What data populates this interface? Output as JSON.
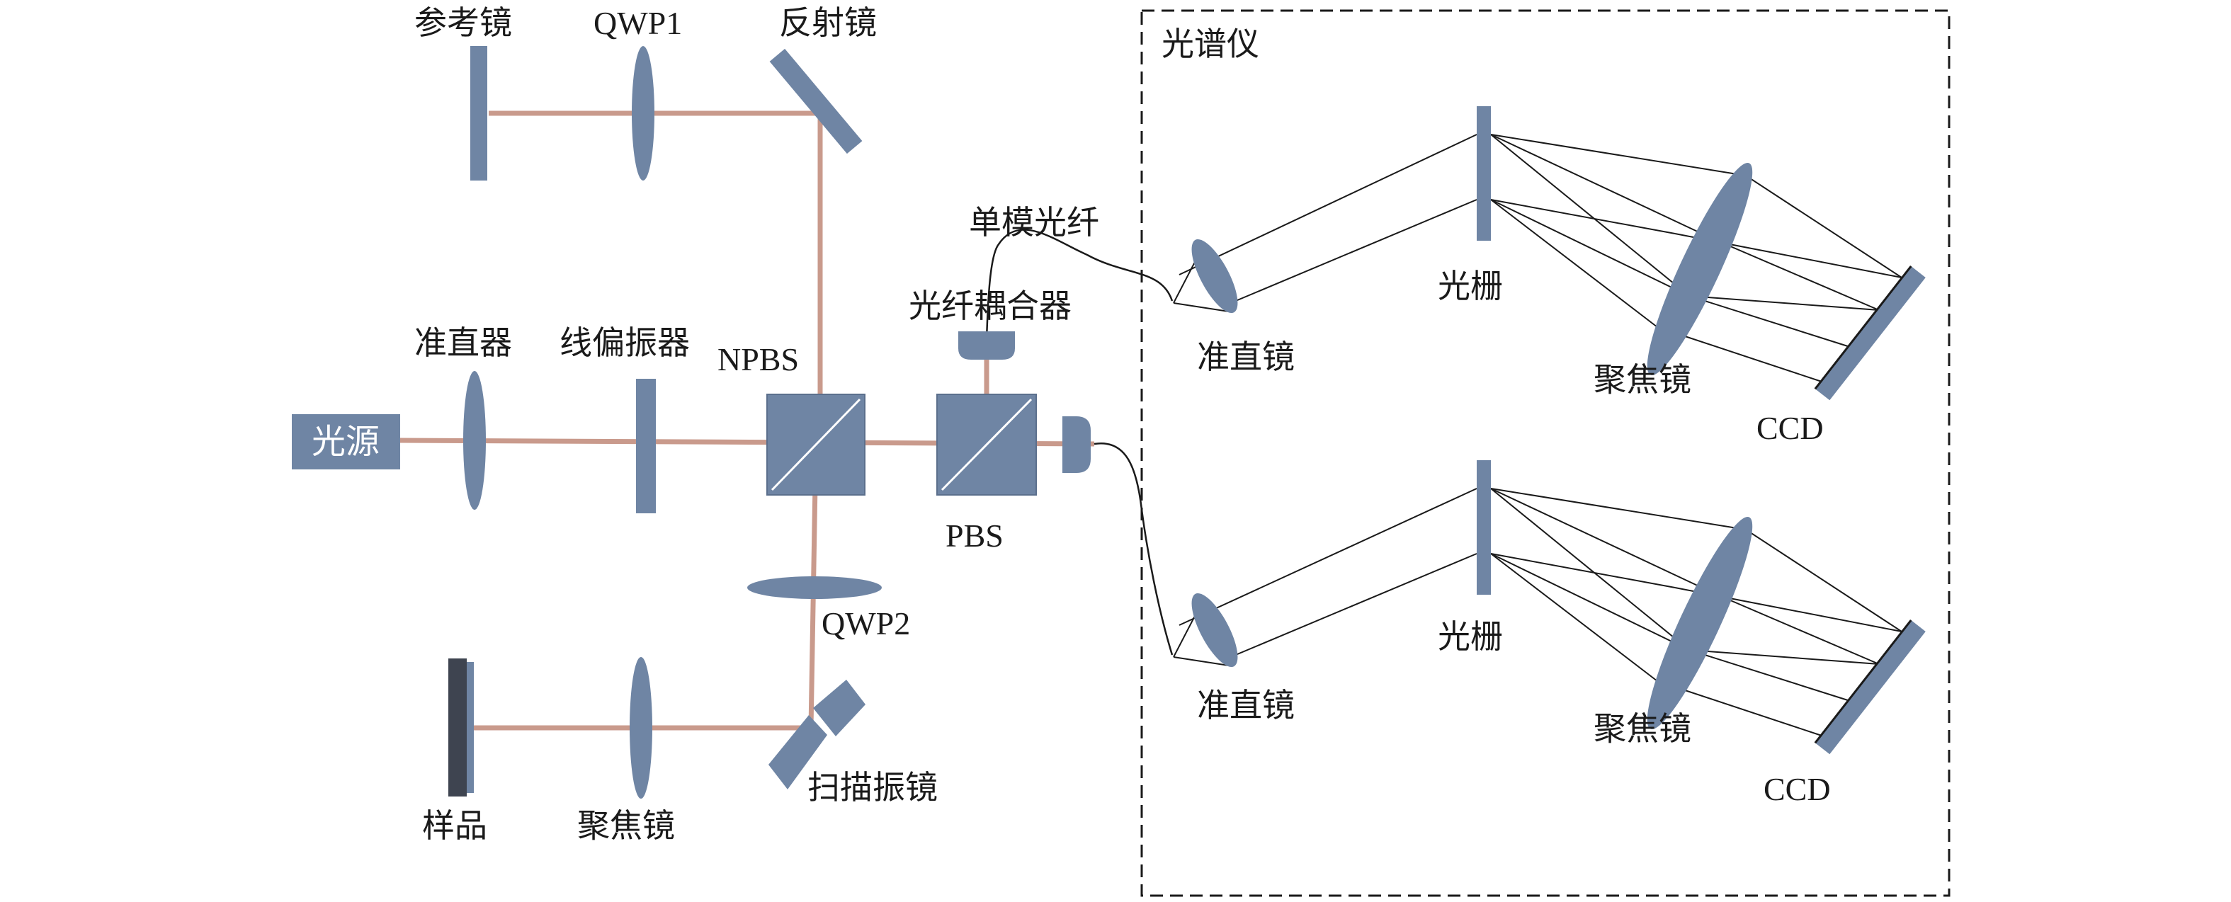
{
  "labels": {
    "reference_mirror": "参考镜",
    "qwp1": "QWP1",
    "mirror": "反射镜",
    "single_mode_fiber": "单模光纤",
    "fiber_coupler": "光纤耦合器",
    "collimator": "准直器",
    "linear_polarizer": "线偏振器",
    "npbs": "NPBS",
    "light_source": "光源",
    "pbs": "PBS",
    "qwp2": "QWP2",
    "sample": "样品",
    "focusing_lens_sample": "聚焦镜",
    "scanning_galvo": "扫描振镜",
    "spectrometer": "光谱仪",
    "spec1_collimating_lens": "准直镜",
    "spec1_grating": "光栅",
    "spec1_focusing_lens": "聚焦镜",
    "spec1_ccd": "CCD",
    "spec2_collimating_lens": "准直镜",
    "spec2_grating": "光栅",
    "spec2_focusing_lens": "聚焦镜",
    "spec2_ccd": "CCD"
  },
  "colors": {
    "optic": "#6f85a4",
    "beam": "#c99a8c",
    "sample": "#3e4450"
  }
}
